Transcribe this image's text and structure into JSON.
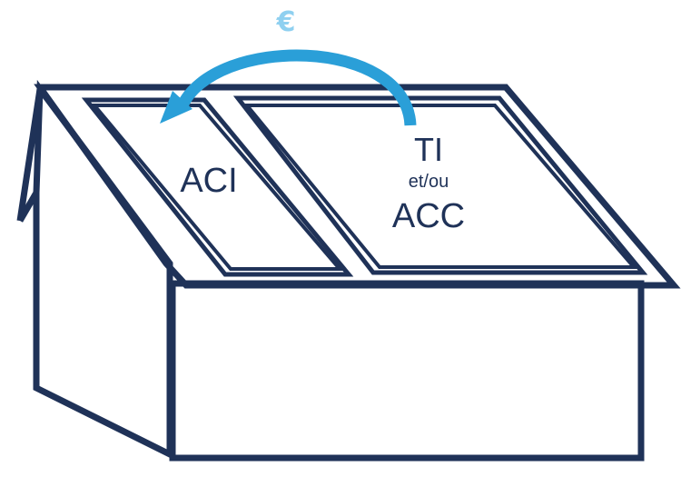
{
  "labels": {
    "currency": "€",
    "left_panel": "ACI",
    "right_panel_top": "TI",
    "right_panel_mid": "et/ou",
    "right_panel_bottom": "ACC"
  },
  "colors": {
    "outline": "#1f3258",
    "arrow": "#2a9fd8",
    "currency": "#8fd0f0"
  }
}
